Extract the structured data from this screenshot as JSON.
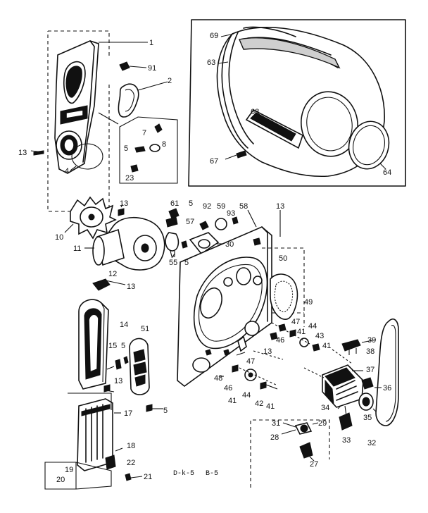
{
  "callouts": {
    "n1": "1",
    "n91": "91",
    "n2": "2",
    "n7": "7",
    "n5a": "5",
    "n8": "8",
    "n13a": "13",
    "n4": "4",
    "n23": "23",
    "n69": "69",
    "n63": "63",
    "n68": "68",
    "n67": "67",
    "n64": "64",
    "n10": "10",
    "n13b": "13",
    "n11": "11",
    "n61": "61",
    "n5b": "5",
    "n92": "92",
    "n59": "59",
    "n58": "58",
    "n93": "93",
    "n13c": "13",
    "n57": "57",
    "n30a": "30",
    "n55": "55",
    "n5c": "5",
    "n12": "12",
    "n13d": "13",
    "n14": "14",
    "n51": "51",
    "n15": "15",
    "n5d": "5",
    "n13e": "13",
    "n5e": "5",
    "n17": "17",
    "n18": "18",
    "n22": "22",
    "n21": "21",
    "n19": "19",
    "n20": "20",
    "n50": "50",
    "n49": "49",
    "n47a": "47",
    "n41a": "41",
    "n44a": "44",
    "n43": "43",
    "n46a": "46",
    "n41b": "41",
    "n13f": "13",
    "n47b": "47",
    "n48": "48",
    "n46b": "46",
    "n44b": "44",
    "n41c": "41",
    "n42": "42",
    "n41d": "41",
    "n39": "39",
    "n38": "38",
    "n37": "37",
    "n36": "36",
    "n34": "34",
    "n35": "35",
    "n33": "33",
    "n32": "32",
    "n31": "31",
    "n29": "29",
    "n28": "28",
    "n27": "27"
  },
  "footer": {
    "code": "D-k-5",
    "page": "B-5"
  }
}
